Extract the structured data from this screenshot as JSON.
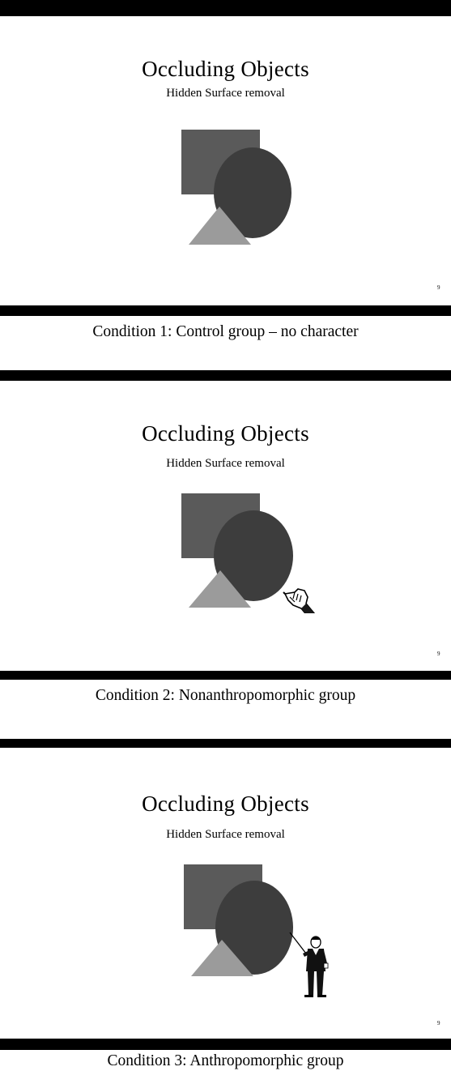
{
  "colors": {
    "square": "#5a5a5a",
    "circle": "#3d3d3d",
    "triangle": "#9b9b9b",
    "bar": "#000000"
  },
  "panels": [
    {
      "title": "Occluding Objects",
      "subtitle": "Hidden Surface removal",
      "page_number": "9",
      "caption": "Condition 1:  Control group – no character",
      "character": "none"
    },
    {
      "title": "Occluding Objects",
      "subtitle": "Hidden Surface removal",
      "page_number": "9",
      "caption": "Condition 2: Nonanthropomorphic group",
      "character": "pointing-hand-icon"
    },
    {
      "title": "Occluding Objects",
      "subtitle": "Hidden Surface removal",
      "page_number": "9",
      "caption": "Condition 3:  Anthropomorphic group",
      "character": "pointing-man-figure"
    }
  ]
}
